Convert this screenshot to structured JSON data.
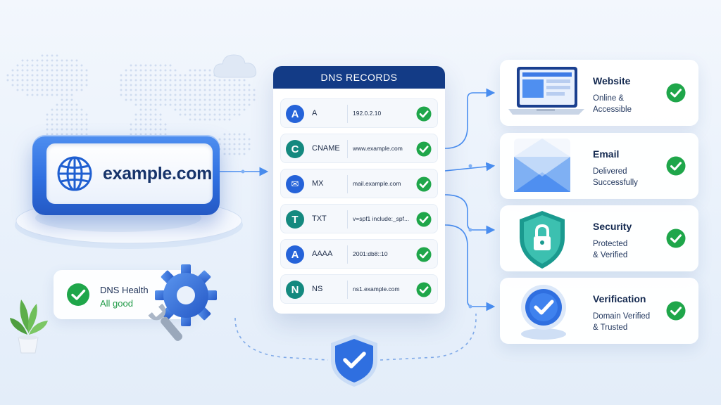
{
  "domain": {
    "name": "example.com",
    "icon": "globe-icon"
  },
  "health": {
    "title": "DNS Health",
    "status": "All good",
    "icon": "check-circle-icon"
  },
  "panel": {
    "title": "DNS RECORDS"
  },
  "records": [
    {
      "letter": "A",
      "type": "A",
      "value": "192.0.2.10",
      "icon_color": "#2563d9"
    },
    {
      "letter": "C",
      "type": "CNAME",
      "value": "www.example.com",
      "icon_color": "#14897f"
    },
    {
      "letter": "✉",
      "type": "MX",
      "value": "mail.example.com",
      "icon_color": "#2563d9"
    },
    {
      "letter": "T",
      "type": "TXT",
      "value": "v=spf1 include:_spf...",
      "icon_color": "#14897f"
    },
    {
      "letter": "A",
      "type": "AAAA",
      "value": "2001:db8::10",
      "icon_color": "#2563d9"
    },
    {
      "letter": "N",
      "type": "NS",
      "value": "ns1.example.com",
      "icon_color": "#14897f"
    }
  ],
  "services": [
    {
      "title": "Website",
      "line1": "Online &",
      "line2": "Accessible",
      "icon": "laptop-icon"
    },
    {
      "title": "Email",
      "line1": "Delivered",
      "line2": "Successfully",
      "icon": "envelope-icon"
    },
    {
      "title": "Security",
      "line1": "Protected",
      "line2": "& Verified",
      "icon": "shield-lock-icon"
    },
    {
      "title": "Verification",
      "line1": "Domain Verified",
      "line2": "& Trusted",
      "icon": "verified-badge-icon"
    }
  ],
  "colors": {
    "accent_blue": "#2f6fe0",
    "header_navy": "#133b86",
    "success_green": "#1fa64a",
    "connector": "#4a8ef0"
  }
}
